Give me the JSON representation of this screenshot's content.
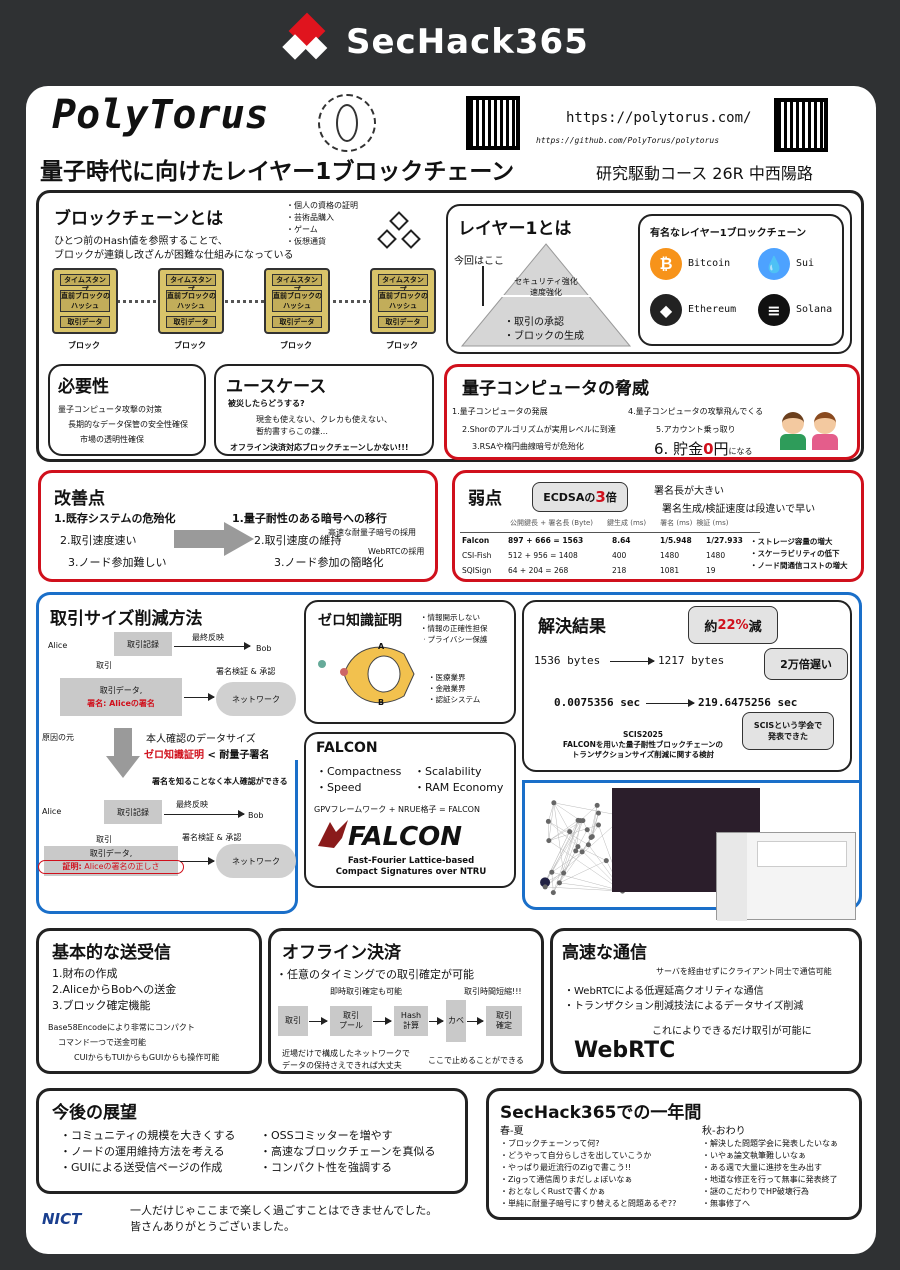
{
  "header": {
    "brand": "SecHack365"
  },
  "title": {
    "name": "PolyTorus",
    "subtitle": "量子時代に向けたレイヤー1ブロックチェーン",
    "course": "研究駆動コース 26R 中西陽路",
    "url1": "https://polytorus.com/",
    "url2": "https://github.com/PolyTorus/polytorus"
  },
  "blockchain": {
    "title": "ブロックチェーンとは",
    "desc1": "ひとつ前のHash値を参照することで、",
    "desc2": "ブロックが連鎖し改ざんが困難な仕組みになっている",
    "uses": [
      "・個人の資格の証明",
      "・芸術品購入",
      "・ゲーム",
      "・仮想通貨"
    ],
    "block_ts": "タイムスタンプ",
    "block_prev": "直前ブロックの\nハッシュ",
    "block_data": "取引データ",
    "block_label": "ブロック"
  },
  "layer1": {
    "title": "レイヤー1とは",
    "here": "今回はここ",
    "top": "セキュリティ強化\n速度強化",
    "items": [
      "・取引の承認",
      "・ブロックの生成"
    ]
  },
  "famous": {
    "title": "有名なレイヤー1ブロックチェーン",
    "chains": [
      {
        "name": "Bitcoin",
        "icon": "bitcoin-icon",
        "color": "#f7931a",
        "glyph": "₿"
      },
      {
        "name": "Sui",
        "icon": "sui-icon",
        "color": "#4da2ff",
        "glyph": "💧"
      },
      {
        "name": "Ethereum",
        "icon": "ethereum-icon",
        "color": "#222",
        "glyph": "◆"
      },
      {
        "name": "Solana",
        "icon": "solana-icon",
        "color": "#111",
        "glyph": "≡"
      }
    ]
  },
  "need": {
    "title": "必要性",
    "items": [
      "量子コンピュータ攻撃の対策",
      "長期的なデータ保管の安全性確保",
      "市場の透明性確保"
    ]
  },
  "usecase": {
    "title": "ユースケース",
    "q": "被災したらどうする?",
    "l1": "現金も使えない、クレカも使えない、",
    "l2": "暫約書すらこの鎌…",
    "l3": "オフライン決済対応ブロックチェーンしかない!!!"
  },
  "threat": {
    "title": "量子コンピュータの脅威",
    "items": [
      "1.量子コンピュータの発展",
      "2.Shorのアルゴリズムが実用レベルに到達",
      "3.RSAや楕円曲線暗号が危殆化",
      "4.量子コンピュータの攻撃飛んでくる",
      "5.アカウント乗っ取り"
    ],
    "last_prefix": "6. 貯金",
    "last_zero": "0",
    "last_suffix": "円",
    "last_small": "になる"
  },
  "improve": {
    "title": "改善点",
    "left": [
      "1.既存システムの危殆化",
      "2.取引速度速い",
      "3.ノード参加難しい"
    ],
    "right": [
      "1.量子耐性のある暗号への移行",
      "2.取引速度の維持",
      "3.ノード参加の簡略化"
    ],
    "note1": "高速な耐量子暗号の採用",
    "note2": "WebRTCの採用"
  },
  "weak": {
    "title": "弱点",
    "bubble_pre": "ECDSAの",
    "bubble_num": "3",
    "bubble_suf": "倍",
    "t1": "署名長が大きい",
    "t2": "署名生成/検証速度は段違いで早い",
    "header": [
      "公開鍵長 + 署名長 (Byte)",
      "鍵生成 (ms)",
      "署名 (ms)",
      "検証 (ms)"
    ],
    "rows": [
      [
        "Falcon",
        "897 + 666 = 1563",
        "8.64",
        "1/5.948",
        "1/27.933"
      ],
      [
        "CSI-Fish",
        "512 + 956 = 1408",
        "400",
        "1480",
        "1480"
      ],
      [
        "SQISign",
        "64 + 204 = 268",
        "218",
        "1081",
        "19"
      ]
    ],
    "bullets": [
      "・ストレージ容量の増大",
      "・スケーラビリティの低下",
      "・ノード間通信コストの増大"
    ]
  },
  "size": {
    "title": "取引サイズ削減方法",
    "alice": "Alice",
    "record": "取引記録",
    "final": "最終反映",
    "bob": "Bob",
    "verify": "署名検証 & 承認",
    "tx": "取引",
    "data": "取引データ,",
    "sig_label": "署名:",
    "sig_val": "Aliceの署名",
    "network": "ネットワーク",
    "cause": "原因の元",
    "mid1": "本人確認のデータサイズ",
    "mid2_red": "ゼロ知識証明",
    "mid2_rest": " < 耐量子署名",
    "mid3": "署名を知ることなく本人確認ができる",
    "proof_label": "証明:",
    "proof_val": "Aliceの署名の正しさ"
  },
  "zk": {
    "title": "ゼロ知識証明",
    "a": [
      "・情報開示しない",
      "・情報の正確性担保",
      "・プライバシー保護"
    ],
    "b": [
      "・医療業界",
      "・金融業界",
      "・認証システム"
    ],
    "A": "A",
    "B": "B"
  },
  "falcon": {
    "title": "FALCON",
    "l": [
      "・Compactness",
      "・Speed"
    ],
    "r": [
      "・Scalability",
      "・RAM Economy"
    ],
    "formula": "GPVフレームワーク + NRUE格子 = FALCON",
    "logo": "FALCON",
    "sub1": "Fast-Fourier Lattice-based",
    "sub2": "Compact Signatures over NTRU"
  },
  "result": {
    "title": "解決結果",
    "b1_pre": "約",
    "b1_red": "22%",
    "b1_suf": "減",
    "b2": "2万倍遅い",
    "from1": "1536 bytes",
    "to1": "1217 bytes",
    "from2": "0.0075356 sec",
    "to2": "219.6475256 sec",
    "scis": "SCIS2025",
    "scis2": "FALCONを用いた量子耐性ブロックチェーンの",
    "scis3": "トランザクションサイズ削減に関する検討",
    "b3": "SCISという学会で\n発表できた"
  },
  "basic": {
    "title": "基本的な送受信",
    "items": [
      "1.財布の作成",
      "2.AliceからBobへの送金",
      "3.ブロック確定機能"
    ],
    "n1": "Base58Encodeにより非常にコンパクト",
    "n2": "コマンド一つで送金可能",
    "n3": "CUIからもTUIからもGUIからも操作可能"
  },
  "offline": {
    "title": "オフライン決済",
    "l1": "・任意のタイミングでの取引確定が可能",
    "sub1": "即時取引確定も可能",
    "sub2": "取引時間短縮!!!",
    "flow": [
      "取引",
      "取引\nプール",
      "Hash\n計算",
      "カベ",
      "取引\n確定"
    ],
    "n1": "近場だけで構成したネットワークで",
    "n2": "データの保持さえできれば大丈夫",
    "n3": "ここで止めることができる"
  },
  "fast": {
    "title": "高速な通信",
    "n1": "サーバを経由せずにクライアント同士で通信可能",
    "items": [
      "・WebRTCによる低遅延高クオリティな通信",
      "・トランザクション削減技法によるデータサイズ削減"
    ],
    "n2": "これによりできるだけ取引が可能に",
    "logo": "WebRTC"
  },
  "future": {
    "title": "今後の展望",
    "l": [
      "・コミュニティの規模を大きくする",
      "・ノードの運用維持方法を考える",
      "・GUIによる送受信ページの作成"
    ],
    "r": [
      "・OSSコミッターを増やす",
      "・高速なブロックチェーンを真似る",
      "・コンパクト性を強調する"
    ]
  },
  "year": {
    "title": "SecHack365での一年間",
    "s1": "春-夏",
    "s2": "秋-おわり",
    "l": [
      "・ブロックチェーンって何?",
      "・どうやって自分らしさを出していこうか",
      "・やっぱり最近流行のZigで書こう!!",
      "・Zigって通信周りまだしょぼいなぁ",
      "・おとなしくRustで書くかぁ",
      "・単純に耐量子暗号にすり替えると問題あるぞ??"
    ],
    "r": [
      "・解決した問題学会に発表したいなぁ",
      "・いやぁ論文執筆難しいなぁ",
      "・ある週で大量に進捗を生み出す",
      "・地道な修正を行って無事に発表終了",
      "・謎のこだわりでHP破壊行為",
      "・無事修了へ"
    ]
  },
  "footer": {
    "logo": "NICT",
    "t1": "一人だけじゃここまで楽しく過ごすことはできませんでした。",
    "t2": "皆さんありがとうございました。"
  }
}
